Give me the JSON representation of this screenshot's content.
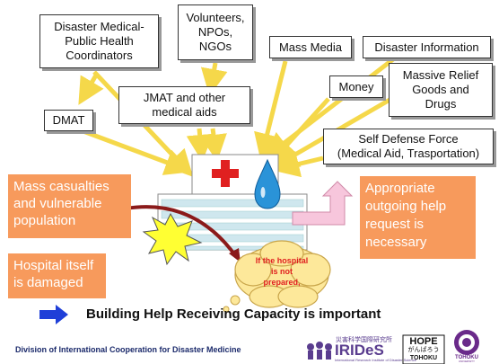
{
  "boxes": {
    "dmpc": "Disaster Medical-\nPublic Health\nCoordinators",
    "volunteers": "Volunteers,\nNPOs,\nNGOs",
    "mass_media": "Mass Media",
    "disaster_info": "Disaster Information",
    "money": "Money",
    "relief_goods": "Massive Relief\nGoods and\nDrugs",
    "jmat": "JMAT and other\nmedical aids",
    "dmat": "DMAT",
    "sdf": "Self Defense Force\n(Medical Aid, Trasportation)"
  },
  "callouts": {
    "mass_casualties": "Mass casualties\nand vulnerable\npopulation",
    "hospital_damaged": "Hospital itself\nis damaged",
    "outgoing_request": "Appropriate\noutgoing help\nrequest is\nnecessary",
    "not_prepared": "If the hospital\nis not\nprepared,"
  },
  "main_message": "Building Help Receiving Capacity is important",
  "footer": {
    "division": "Division of International Cooperation for Disaster Medicine",
    "irides_jp": "災害科学国際研究所",
    "irides": "IRIDeS",
    "irides_sub": "International Research Institute of Disaster Science",
    "hope": "HOPE",
    "hope_jp": "がんばろう",
    "hope_tohoku": "TOHOKU",
    "tohoku": "TOHOKU",
    "tohoku_sub": "UNIVERSITY"
  },
  "colors": {
    "arrow_yellow": "#f5d84a",
    "callout_orange": "#f79a5c",
    "blue_arrow": "#1f3fd8",
    "red_cross": "#e02020",
    "water_drop": "#2a93d8",
    "building": "#cfe7ee",
    "cloud": "#fde89a",
    "footer_navy": "#1b2a6b"
  }
}
